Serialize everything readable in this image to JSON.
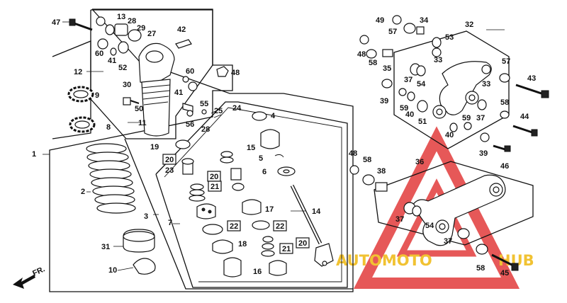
{
  "watermark": {
    "brand_word_1": "AUTOMOTO",
    "brand_word_2": "HUB",
    "color_red": "#e23b3b",
    "color_yellow": "#f1c232"
  },
  "direction_marker": "FR.",
  "callouts": {
    "c47": "47",
    "c13": "13",
    "c28": "28",
    "c29": "29",
    "c27": "27",
    "c42": "42",
    "c60a": "60",
    "c41a": "41",
    "c52": "52",
    "c12": "12",
    "c60b": "60",
    "c48a": "48",
    "c41b": "41",
    "c9": "9",
    "c30": "30",
    "c50": "50",
    "c55": "55",
    "c56": "56",
    "c28b": "28",
    "c25": "25",
    "c24": "24",
    "c11": "11",
    "c4": "4",
    "c8": "8",
    "c19": "19",
    "c20a": "20",
    "c23": "23",
    "c15": "15",
    "c5": "5",
    "c3": "3",
    "c20b": "20",
    "c21a": "21",
    "c6": "6",
    "c1": "1",
    "c2": "2",
    "c17": "17",
    "c7": "7",
    "c14": "14",
    "c22a": "22",
    "c22b": "22",
    "c18": "18",
    "c21b": "21",
    "c20c": "20",
    "c31": "31",
    "c10": "10",
    "c16": "16",
    "c49": "49",
    "c34": "34",
    "c57a": "57",
    "c32": "32",
    "c48b": "48",
    "c53": "53",
    "c33a": "33",
    "c58a": "58",
    "c35": "35",
    "c37a": "37",
    "c54a": "54",
    "c33b": "33",
    "c57b": "57",
    "c43": "43",
    "c39a": "39",
    "c59a": "59",
    "c40a": "40",
    "c51": "51",
    "c37b": "37",
    "c58b": "58",
    "c59b": "59",
    "c40b": "40",
    "c44": "44",
    "c39b": "39",
    "c46": "46",
    "c48c": "48",
    "c58c": "58",
    "c38": "38",
    "c36": "36",
    "c37c": "37",
    "c54b": "54",
    "c37d": "37",
    "c58d": "58",
    "c45": "45"
  }
}
